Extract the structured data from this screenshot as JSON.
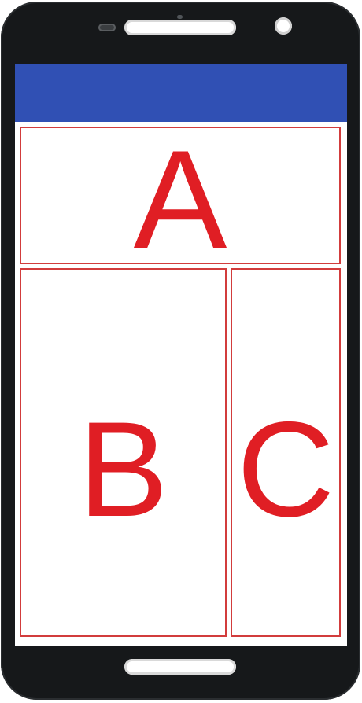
{
  "device": {
    "frame_color": "#16181a",
    "status_bar_color": "#3050b4",
    "pane_border_color": "#d23c3c",
    "label_color": "#e01e24"
  },
  "panes": {
    "a": {
      "label": "A"
    },
    "b": {
      "label": "B"
    },
    "c": {
      "label": "C"
    }
  }
}
